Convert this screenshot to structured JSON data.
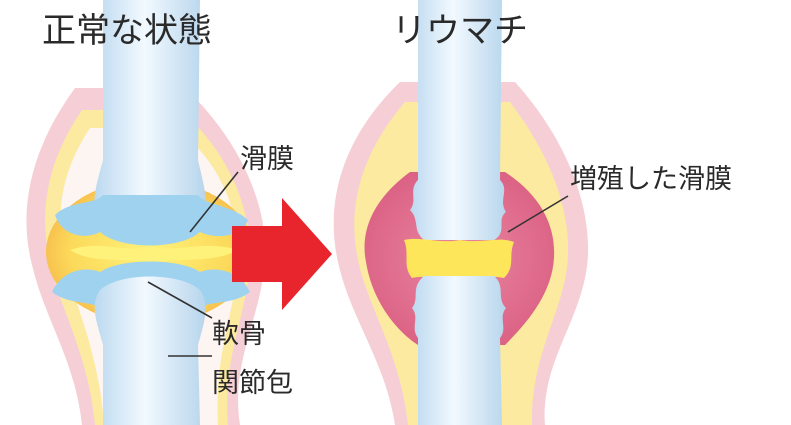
{
  "titles": {
    "normal": "正常な状態",
    "ra": "リウマチ"
  },
  "labels": {
    "synovium": "滑膜",
    "cartilage": "軟骨",
    "joint_capsule": "関節包",
    "proliferated_synovium": "増殖した滑膜"
  },
  "colors": {
    "bone": "#d3e7f6",
    "bone_highlight": "#f2f9ff",
    "capsule_outer": "#f6cfd6",
    "capsule_line": "#f7e27c",
    "synovial_fluid": "#fbd45c",
    "synovial_fluid_core": "#fff27a",
    "cartilage": "#9fd2ef",
    "synovium_proliferated": "#e06a8c",
    "arrow": "#e8242c"
  }
}
